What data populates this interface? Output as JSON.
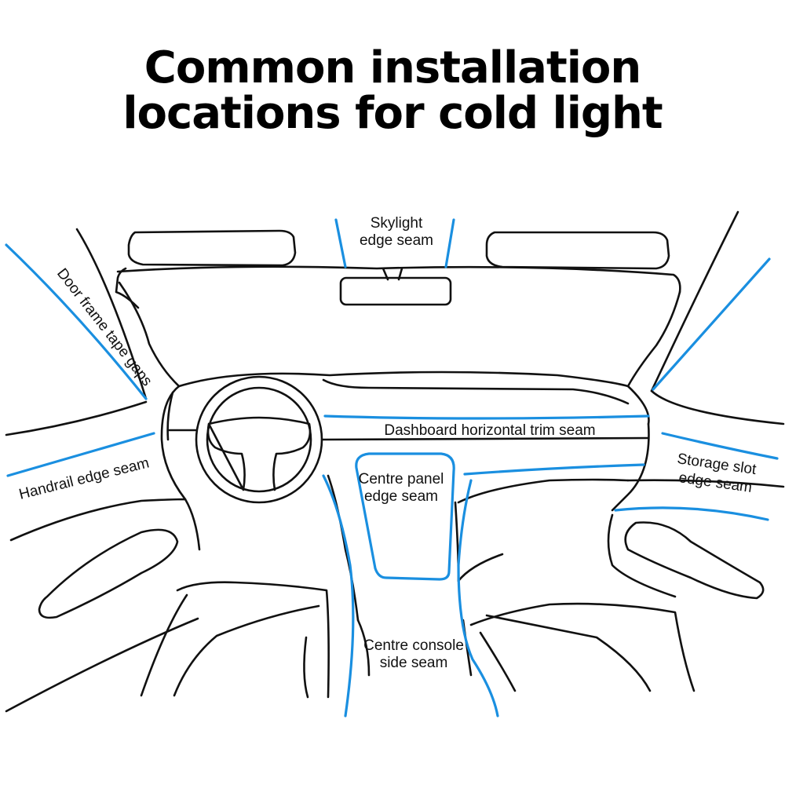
{
  "title": {
    "line1": "Common installation",
    "line2": "locations for cold light"
  },
  "labels": {
    "skylight_1": "Skylight",
    "skylight_2": "edge seam",
    "door_frame": "Door frame tape gaps",
    "handrail": "Handrail edge seam",
    "dashboard": "Dashboard horizontal trim seam",
    "centre_panel_1": "Centre panel",
    "centre_panel_2": "edge seam",
    "storage_1": "Storage slot",
    "storage_2": "edge seam",
    "console_1": "Centre console",
    "console_2": "side seam"
  },
  "colors": {
    "highlight": "#1a8fe0",
    "ink": "#111111"
  }
}
